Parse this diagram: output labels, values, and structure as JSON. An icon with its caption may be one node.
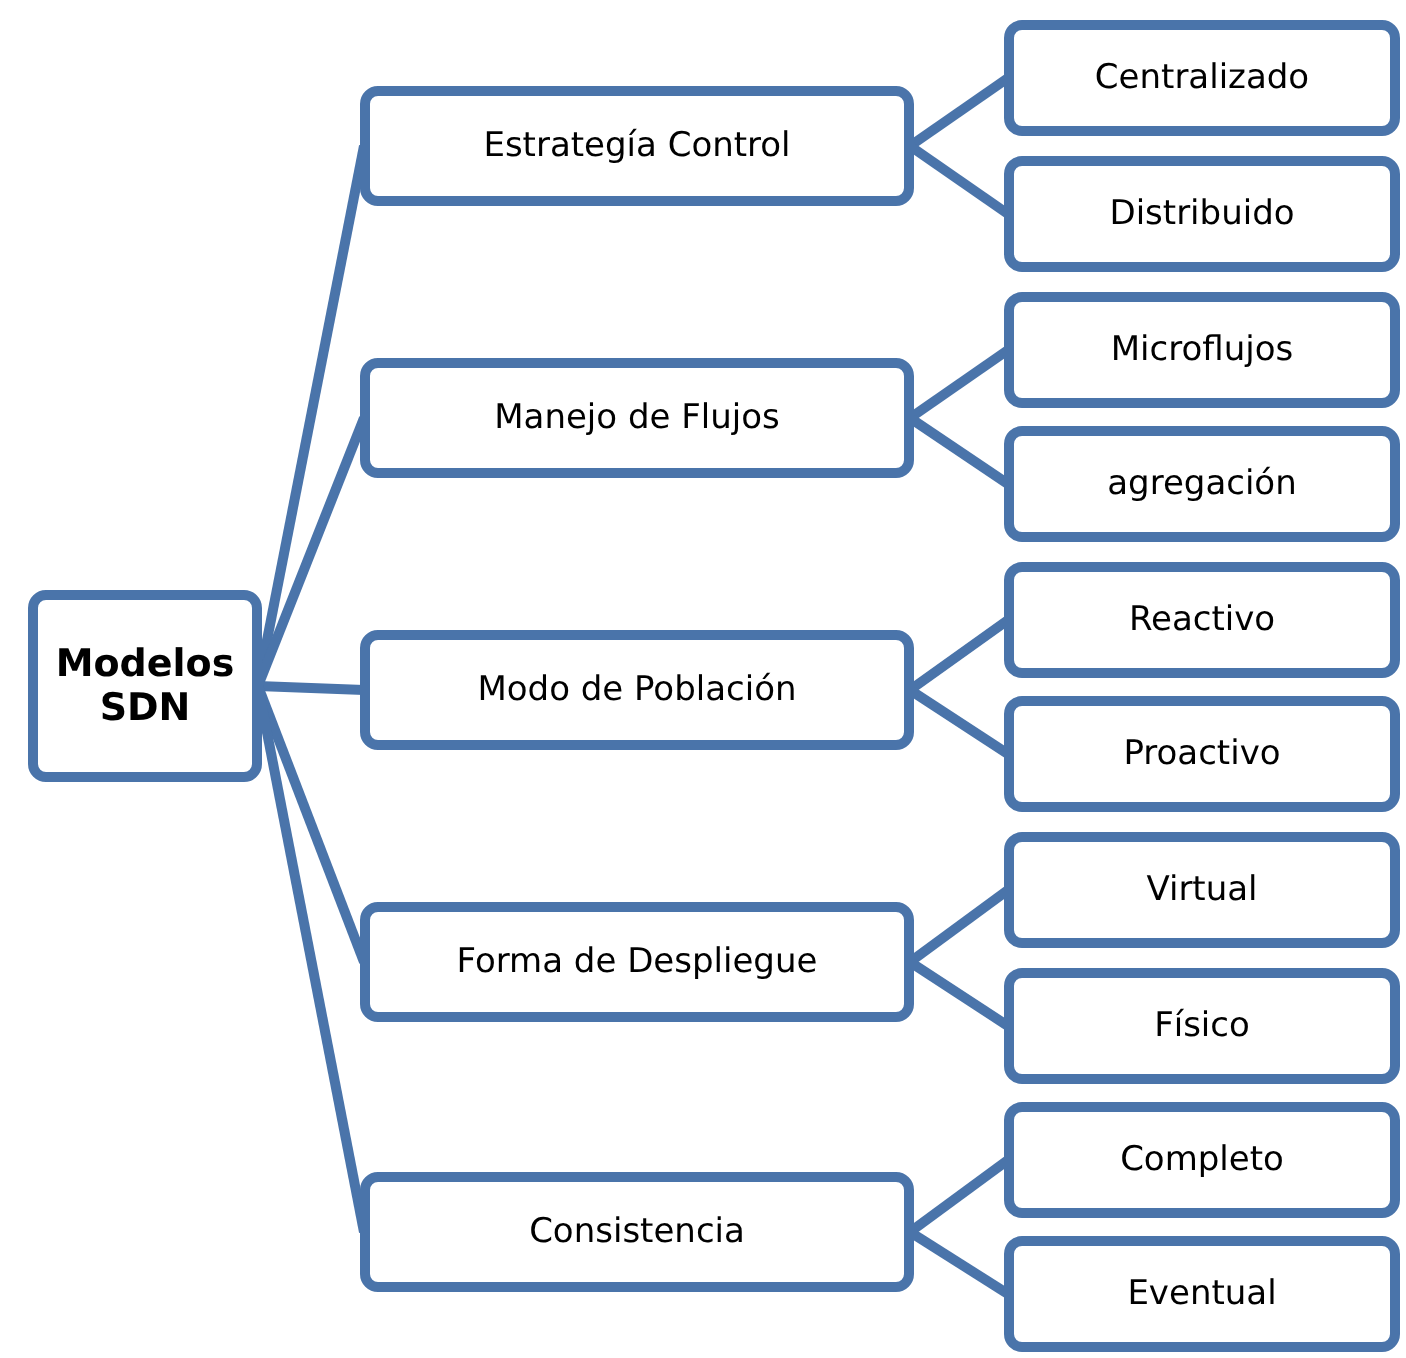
{
  "diagram": {
    "nodes": [
      {
        "text": [
          "Modelos SDN"
        ]
      },
      {
        "text": [
          "Estrategía Control"
        ]
      },
      {
        "text": [
          "Centralizado"
        ]
      },
      {
        "text": [
          "Distribuido"
        ]
      },
      {
        "text": [
          "Manejo de Flujos"
        ]
      },
      {
        "text": [
          "Microflujos"
        ]
      },
      {
        "text": [
          "agregación"
        ]
      },
      {
        "text": [
          "Modo de Población"
        ]
      },
      {
        "text": [
          "Reactivo"
        ]
      },
      {
        "text": [
          "Proactivo"
        ]
      },
      {
        "text": [
          "Forma de Despliegue"
        ]
      },
      {
        "text": [
          "Virtual"
        ]
      },
      {
        "text": [
          "Físico"
        ]
      },
      {
        "text": [
          "Consistencia"
        ]
      },
      {
        "text": [
          "Completo"
        ]
      },
      {
        "text": [
          "Eventual"
        ]
      }
    ],
    "edges": [
      {
        "from": 0,
        "to": 1,
        "arrow": "none"
      },
      {
        "from": 0,
        "to": 4,
        "arrow": "none"
      },
      {
        "from": 0,
        "to": 7,
        "arrow": "none"
      },
      {
        "from": 0,
        "to": 10,
        "arrow": "none"
      },
      {
        "from": 0,
        "to": 13,
        "arrow": "none"
      },
      {
        "from": 1,
        "to": 2,
        "arrow": "none"
      },
      {
        "from": 1,
        "to": 3,
        "arrow": "none"
      },
      {
        "from": 4,
        "to": 5,
        "arrow": "none"
      },
      {
        "from": 4,
        "to": 6,
        "arrow": "none"
      },
      {
        "from": 7,
        "to": 8,
        "arrow": "none"
      },
      {
        "from": 7,
        "to": 9,
        "arrow": "none"
      },
      {
        "from": 10,
        "to": 11,
        "arrow": "none"
      },
      {
        "from": 10,
        "to": 12,
        "arrow": "none"
      },
      {
        "from": 13,
        "to": 14,
        "arrow": "none"
      },
      {
        "from": 13,
        "to": 15,
        "arrow": "none"
      }
    ]
  }
}
